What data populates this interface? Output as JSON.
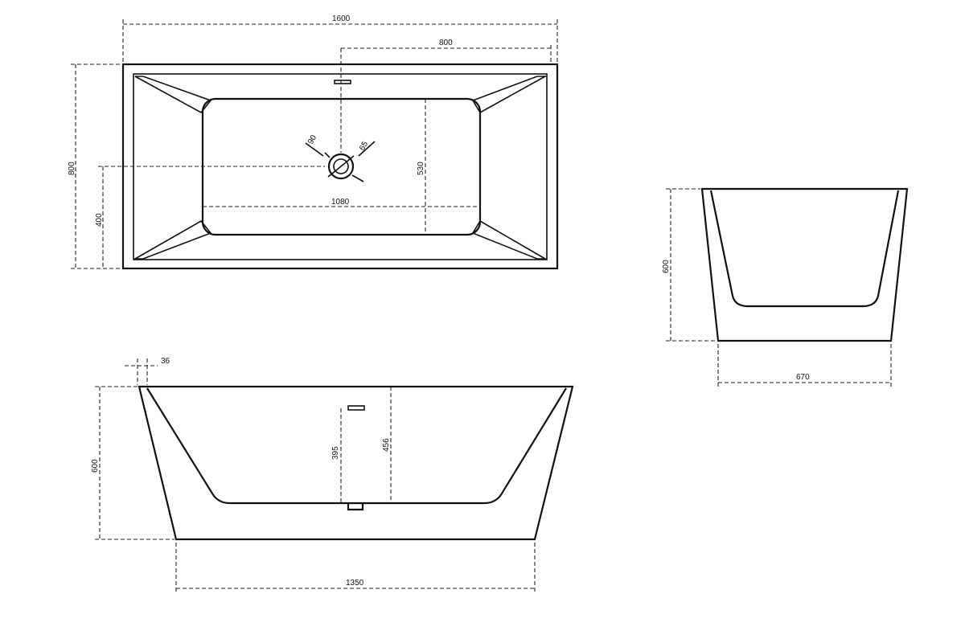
{
  "dimensions": {
    "top_length": "1600",
    "top_half_length": "800",
    "top_width": "800",
    "top_drain_offset": "400",
    "basin_length": "1080",
    "basin_width": "530",
    "drain_dim_a": "90",
    "drain_dim_b": "65",
    "rim_thickness": "36",
    "front_height": "600",
    "overflow_height": "395",
    "inner_depth": "456",
    "base_length": "1350",
    "side_height": "600",
    "side_base_width": "670"
  }
}
